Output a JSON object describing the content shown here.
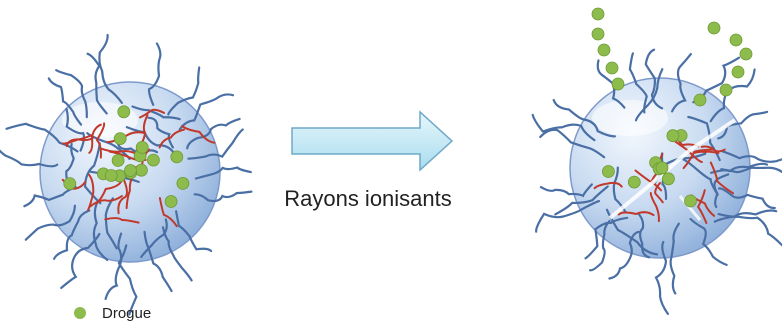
{
  "diagram": {
    "process_label": "Rayons ionisants",
    "legend": {
      "items": [
        {
          "label": "Drogue",
          "color": "#8dbb4c"
        }
      ]
    },
    "colors": {
      "sphere_fill": "#bcd3ee",
      "sphere_stroke": "#6f8fbd",
      "polymer_chain": "#4a6fa5",
      "crosslink": "#c0392b",
      "drug": "#8dbb4c",
      "arrow_fill": "#c6ebf5",
      "arrow_stroke": "#6fa8c8"
    },
    "states": [
      {
        "name": "intact-nanogel"
      },
      {
        "name": "degraded-nanogel-releasing-drug"
      }
    ]
  }
}
